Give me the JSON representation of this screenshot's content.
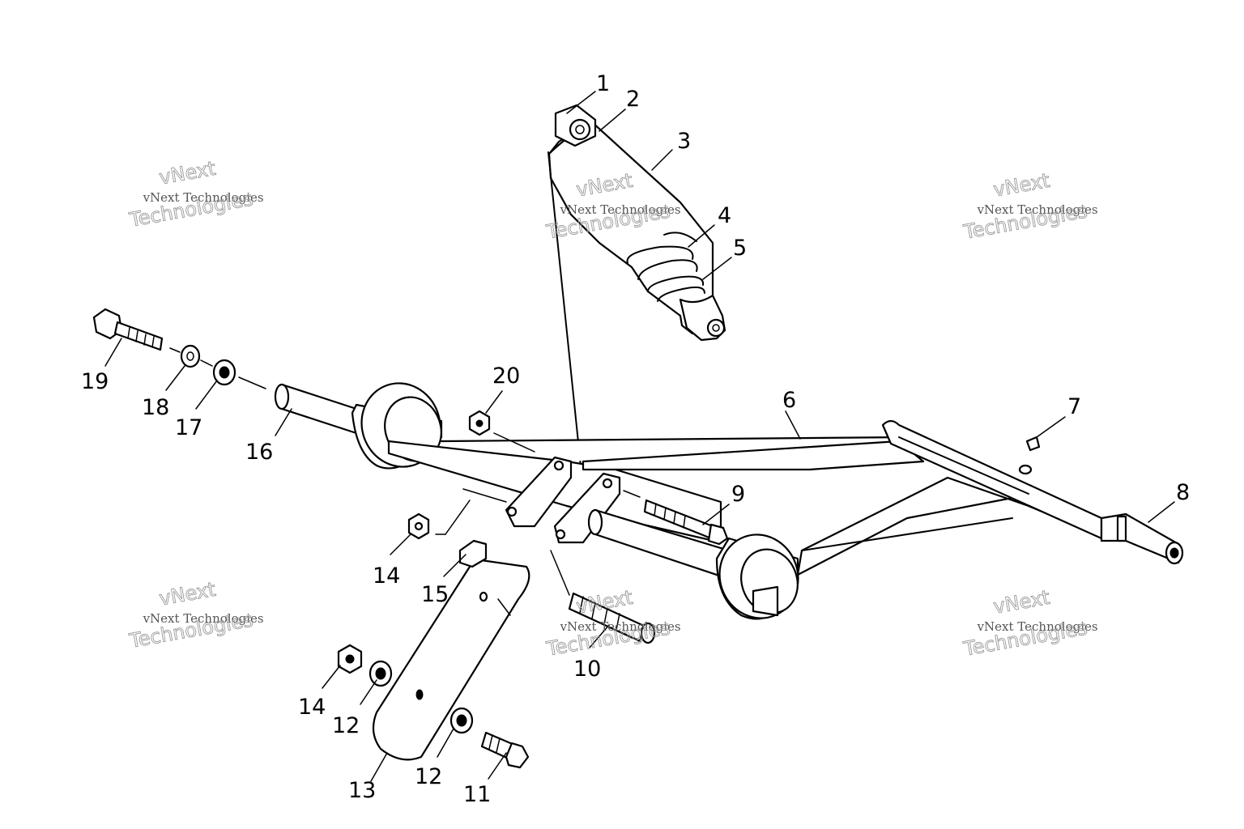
{
  "callouts": [
    {
      "id": "1",
      "text": "1"
    },
    {
      "id": "2",
      "text": "2"
    },
    {
      "id": "3",
      "text": "3"
    },
    {
      "id": "4",
      "text": "4"
    },
    {
      "id": "5",
      "text": "5"
    },
    {
      "id": "6",
      "text": "6"
    },
    {
      "id": "7",
      "text": "7"
    },
    {
      "id": "8",
      "text": "8"
    },
    {
      "id": "9",
      "text": "9"
    },
    {
      "id": "10",
      "text": "10"
    },
    {
      "id": "11",
      "text": "11"
    },
    {
      "id": "12a",
      "text": "12"
    },
    {
      "id": "12b",
      "text": "12"
    },
    {
      "id": "13",
      "text": "13"
    },
    {
      "id": "14a",
      "text": "14"
    },
    {
      "id": "14b",
      "text": "14"
    },
    {
      "id": "15",
      "text": "15"
    },
    {
      "id": "16",
      "text": "16"
    },
    {
      "id": "17",
      "text": "17"
    },
    {
      "id": "18",
      "text": "18"
    },
    {
      "id": "19",
      "text": "19"
    },
    {
      "id": "20",
      "text": "20"
    }
  ],
  "watermark": {
    "word_top": "vNext",
    "line_middle": "vNext Technologies",
    "word_bottom": "Technologies"
  }
}
